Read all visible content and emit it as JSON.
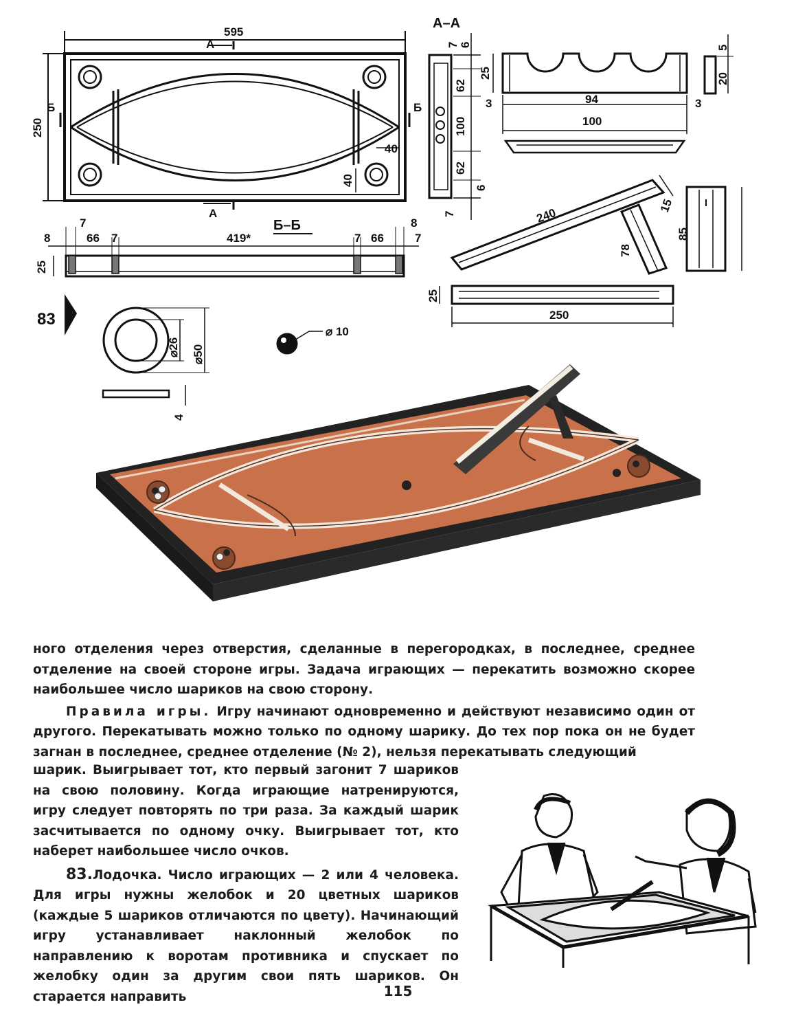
{
  "figure": {
    "number": "83",
    "section_aa": "А–А",
    "section_bb": "Б–Б",
    "mark_a": "А",
    "mark_b": "Б",
    "top_view": {
      "width": "595",
      "height": "250",
      "d40a": "40",
      "d40b": "40"
    },
    "section_aa_dims": [
      "7",
      "6",
      "62",
      "100",
      "62",
      "6",
      "7"
    ],
    "comb": {
      "d25": "25",
      "d94": "94",
      "d3a": "3",
      "d3b": "3",
      "d100": "100"
    },
    "small_block": {
      "d5": "5",
      "d20": "20"
    },
    "section_bb_dims": {
      "d8a": "8",
      "d7a": "7",
      "d66a": "66",
      "d7b": "7",
      "d419": "419*",
      "d7c": "7",
      "d66b": "66",
      "d8b": "8",
      "d7d": "7",
      "d25": "25"
    },
    "ramp": {
      "d240": "240",
      "d15": "15",
      "d78": "78",
      "d85": "85",
      "d25": "25",
      "d250": "250"
    },
    "ring": {
      "d26": "⌀26",
      "d50": "⌀50",
      "d4": "4"
    },
    "ball": {
      "d10": "⌀ 10"
    }
  },
  "text": {
    "p1": "ного отделения через отверстия, сделанные в перегородках, в последнее, среднее отделение на своей стороне игры. Задача играющих — перекатить возможно скорее наибольшее число шариков на свою сторону.",
    "p2_lead": "Правила игры.",
    "p2a": "Игру начинают одновременно и действуют независимо один от другого. Перекатывать можно только по одному шарику. До тех пор пока он не будет загнан в последнее, среднее отделение (№ 2), нельзя перекатывать следующий",
    "p2b": "шарик. Выигрывает тот, кто первый загонит 7 шариков на свою половину. Когда играющие натренируются, игру следует повторять по три раза. За каждый шарик засчитывается по одному очку. Выигрывает тот, кто наберет наибольшее число очков.",
    "p3_num": "83.",
    "p3_title": "Лодочка.",
    "p3": "Число играющих — 2 или 4 человека. Для игры нужны желобок и 20 цветных шариков (каждые 5 шариков отличаются по цвету). Начинающий игру устанавливает наклонный желобок по направлению к воротам противника и спускает по желобку один за другим свои пять шариков. Он старается направить"
  },
  "page_number": "115",
  "colors": {
    "cork": "#c9714a",
    "wood_frame": "#1f1f1f",
    "rail": "#f2e9dc",
    "ink": "#111111"
  }
}
